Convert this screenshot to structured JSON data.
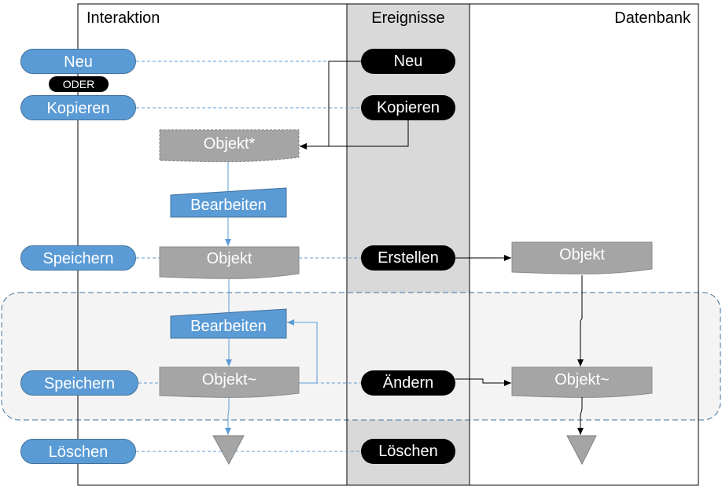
{
  "lanes": {
    "interaction": "Interaktion",
    "events": "Ereignisse",
    "database": "Datenbank"
  },
  "interaction_actions": {
    "neu": "Neu",
    "oder": "ODER",
    "kopieren": "Kopieren",
    "speichern_1": "Speichern",
    "speichern_2": "Speichern",
    "loeschen": "Löschen"
  },
  "events": {
    "neu": "Neu",
    "kopieren": "Kopieren",
    "erstellen": "Erstellen",
    "aendern": "Ändern",
    "loeschen": "Löschen"
  },
  "interaction_objects": {
    "objekt_draft": "Objekt*",
    "bearbeiten_1": "Bearbeiten",
    "objekt": "Objekt",
    "bearbeiten_2": "Bearbeiten",
    "objekt_changed": "Objekt~"
  },
  "database_objects": {
    "objekt": "Objekt",
    "objekt_changed": "Objekt~"
  },
  "colors": {
    "action_blue": "#5b9bd5",
    "event_black": "#000000",
    "document_gray": "#a5a5a5",
    "event_lane_bg": "#d9d9d9",
    "region_bg": "#f2f2f2"
  }
}
